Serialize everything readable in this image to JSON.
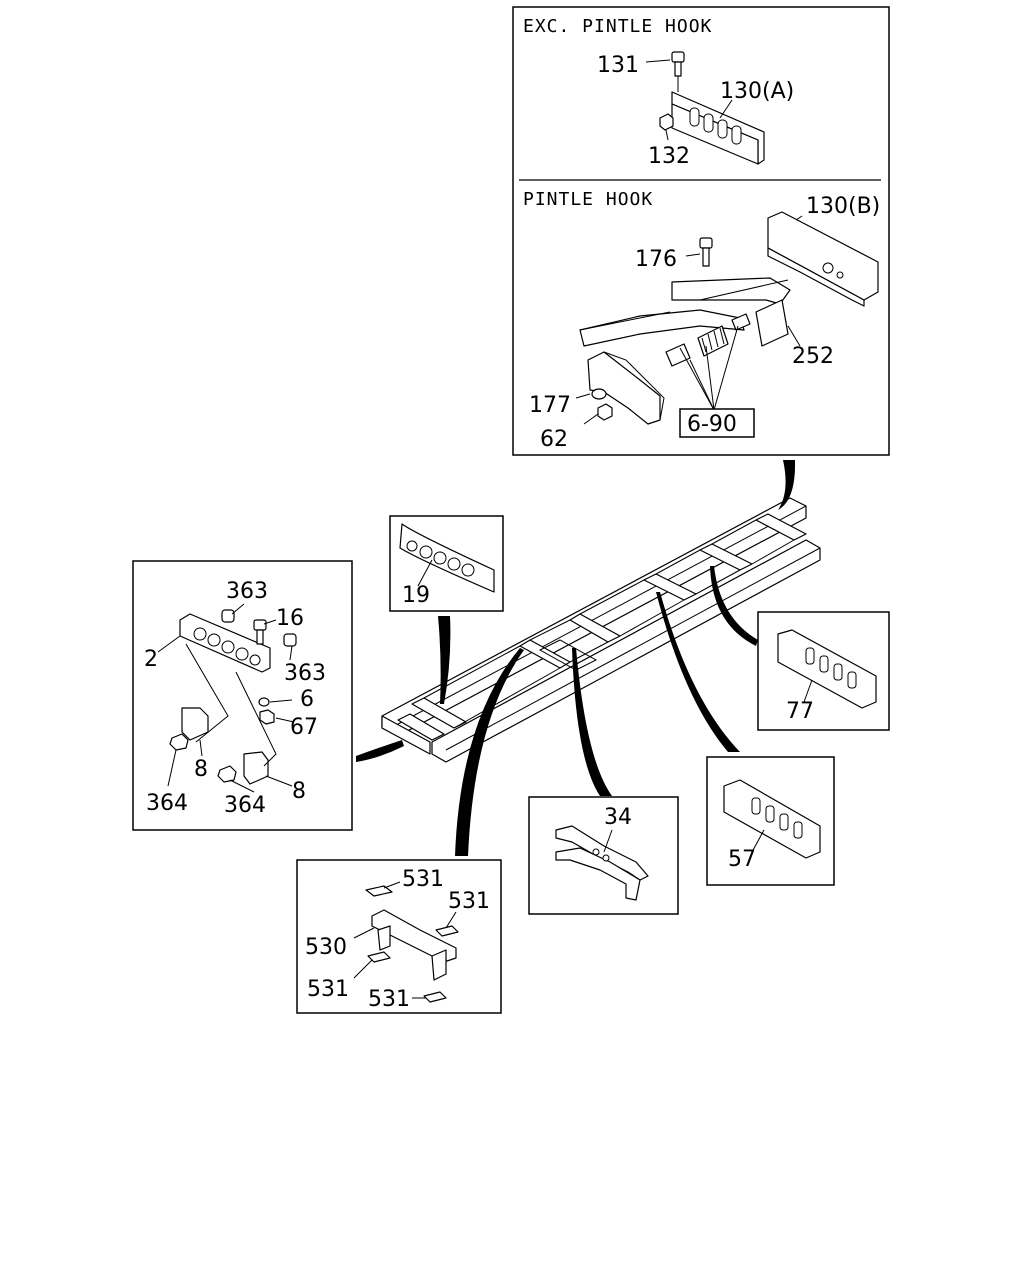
{
  "panels": {
    "exc_pintle_hook": {
      "title": "EXC. PINTLE HOOK",
      "labels": [
        "131",
        "130(A)",
        "132"
      ]
    },
    "pintle_hook": {
      "title": "PINTLE HOOK",
      "labels": [
        "130(B)",
        "176",
        "252",
        "177",
        "62"
      ],
      "reference": "6-90"
    },
    "rear_crossmember_detail": {
      "labels": [
        "363",
        "16",
        "2",
        "363",
        "6",
        "67",
        "8",
        "364",
        "364",
        "8"
      ]
    },
    "crossmember_19": {
      "labels": [
        "19"
      ]
    },
    "crossmember_77": {
      "labels": [
        "77"
      ]
    },
    "crossmember_57": {
      "labels": [
        "57"
      ]
    },
    "crossmember_34": {
      "labels": [
        "34"
      ]
    },
    "crossmember_530": {
      "labels": [
        "531",
        "531",
        "530",
        "531",
        "531"
      ]
    }
  }
}
